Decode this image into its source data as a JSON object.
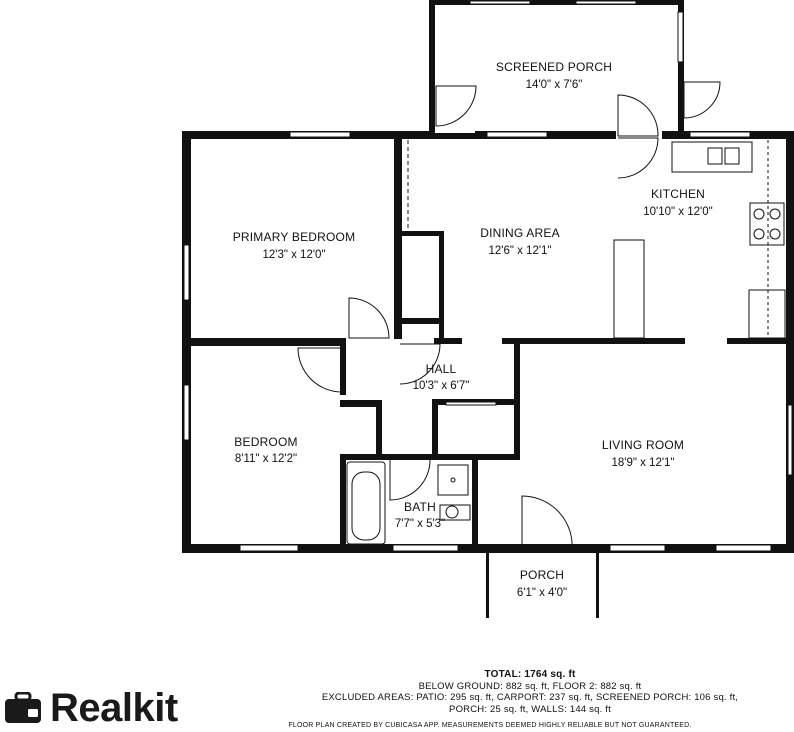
{
  "rooms": {
    "screened_porch": {
      "name": "SCREENED PORCH",
      "dims": "14'0\" x 7'6\""
    },
    "kitchen": {
      "name": "KITCHEN",
      "dims": "10'10\" x 12'0\""
    },
    "primary_bedroom": {
      "name": "PRIMARY BEDROOM",
      "dims": "12'3\" x 12'0\""
    },
    "dining_area": {
      "name": "DINING AREA",
      "dims": "12'6\" x 12'1\""
    },
    "hall": {
      "name": "HALL",
      "dims": "10'3\" x 6'7\""
    },
    "bedroom": {
      "name": "BEDROOM",
      "dims": "8'11\" x 12'2\""
    },
    "living_room": {
      "name": "LIVING ROOM",
      "dims": "18'9\" x 12'1\""
    },
    "bath": {
      "name": "BATH",
      "dims": "7'7\" x 5'3\""
    },
    "porch": {
      "name": "PORCH",
      "dims": "6'1\" x 4'0\""
    }
  },
  "summary": {
    "total": "TOTAL: 1764 sq. ft",
    "line1": "BELOW GROUND: 882 sq. ft, FLOOR 2: 882 sq. ft",
    "line2": "EXCLUDED AREAS: PATIO: 295 sq. ft, CARPORT: 237 sq. ft, SCREENED PORCH: 106 sq. ft,",
    "line3": "PORCH: 25 sq. ft, WALLS: 144 sq. ft"
  },
  "disclaimer": "FLOOR PLAN CREATED BY CUBICASA APP. MEASUREMENTS DEEMED HIGHLY RELIABLE BUT NOT GUARANTEED.",
  "brand": {
    "name": "Realkit",
    "icon": "briefcase-icon"
  }
}
